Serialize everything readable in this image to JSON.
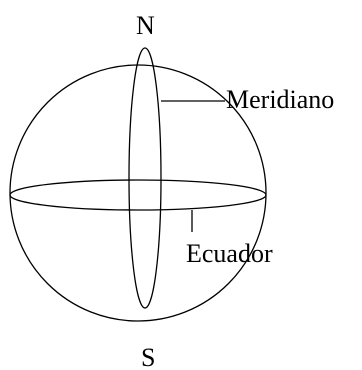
{
  "labels": {
    "north": "N",
    "south": "S",
    "meridian": "Meridiano",
    "equator": "Ecuador"
  }
}
